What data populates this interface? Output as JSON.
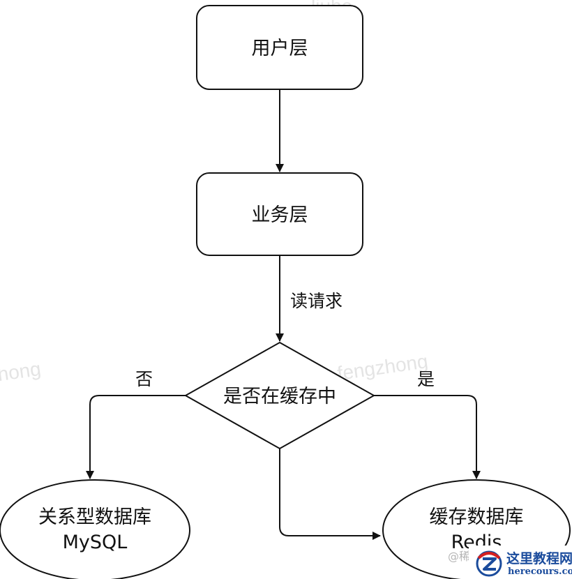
{
  "nodes": {
    "user_layer": "用户层",
    "business_layer": "业务层",
    "decision": "是否在缓存中",
    "mysql_line1": "关系型数据库",
    "mysql_line2": "MySQL",
    "redis_line1": "缓存数据库",
    "redis_line2": "Redis"
  },
  "edges": {
    "read_request": "读请求",
    "no": "否",
    "yes": "是"
  },
  "watermarks": {
    "top": "liuho",
    "left": "hong",
    "center": "fengzhong",
    "bottom": "@稀"
  },
  "logo": {
    "title": "这里教程网",
    "url": "herecours.com"
  }
}
